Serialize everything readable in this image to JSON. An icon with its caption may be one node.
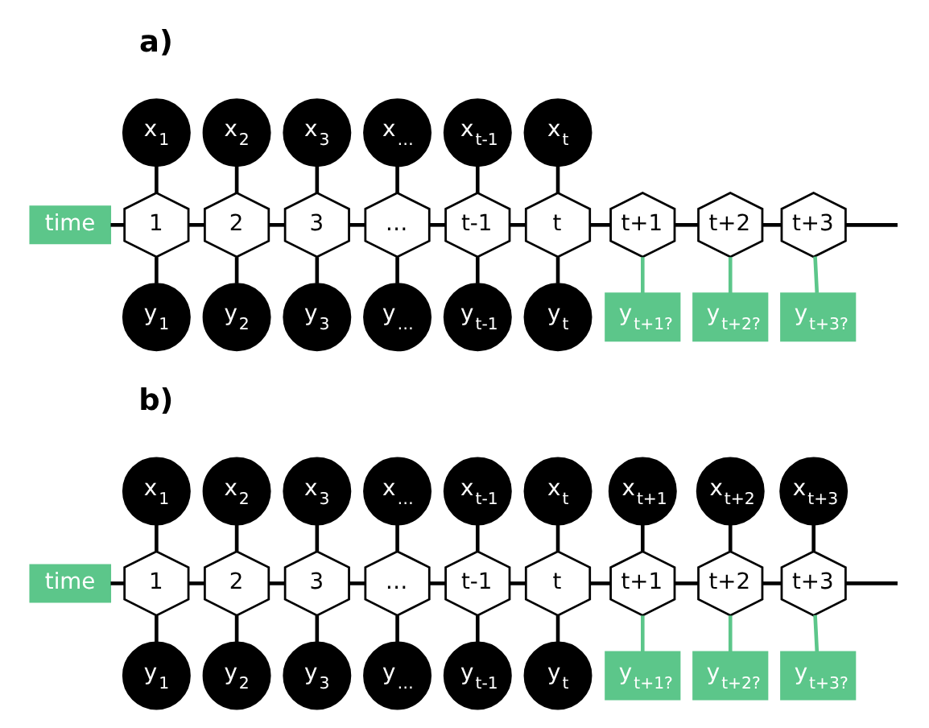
{
  "diagram": {
    "nodes": [
      {
        "text": [
          "x$_{1}$"
        ]
      },
      {
        "text": [
          "x$_{2}$"
        ]
      },
      {
        "text": [
          "x$_{3}$"
        ]
      },
      {
        "text": [
          "x$_{…}$"
        ]
      },
      {
        "text": [
          "x$_{t-1}$"
        ]
      },
      {
        "text": [
          "x$_{t}$"
        ]
      },
      {
        "text": [
          "time"
        ]
      },
      {
        "text": [
          "1"
        ]
      },
      {
        "text": [
          "2"
        ]
      },
      {
        "text": [
          "3"
        ]
      },
      {
        "text": [
          "…"
        ]
      },
      {
        "text": [
          "t-1"
        ]
      },
      {
        "text": [
          "t"
        ]
      },
      {
        "text": [
          "t+1"
        ]
      },
      {
        "text": [
          "t+2"
        ]
      },
      {
        "text": [
          "t+3"
        ]
      },
      {
        "text": [
          "y$_{1}$"
        ]
      },
      {
        "text": [
          "y$_{2}$"
        ]
      },
      {
        "text": [
          "y$_{3}$"
        ]
      },
      {
        "text": [
          "y$_{…}$"
        ]
      },
      {
        "text": [
          "y$_{t-1}$"
        ]
      },
      {
        "text": [
          "y$_{t}$"
        ]
      },
      {
        "text": [
          "y$_{t+1?}$"
        ]
      },
      {
        "text": [
          "y$_{t+2?}$"
        ]
      },
      {
        "text": [
          "y$_{t+3?}$"
        ]
      },
      {
        "text": [
          "x$_{1}$"
        ]
      },
      {
        "text": [
          "x$_{2}$"
        ]
      },
      {
        "text": [
          "x$_{3}$"
        ]
      },
      {
        "text": [
          "x$_{…}$"
        ]
      },
      {
        "text": [
          "x$_{t-1}$"
        ]
      },
      {
        "text": [
          "x$_{t}$"
        ]
      },
      {
        "text": [
          "x$_{t+1}$"
        ]
      },
      {
        "text": [
          "x$_{t+2}$"
        ]
      },
      {
        "text": [
          "x$_{t+3}$"
        ]
      },
      {
        "text": [
          "time"
        ]
      },
      {
        "text": [
          "1"
        ]
      },
      {
        "text": [
          "2"
        ]
      },
      {
        "text": [
          "3"
        ]
      },
      {
        "text": [
          "…"
        ]
      },
      {
        "text": [
          "t-1"
        ]
      },
      {
        "text": [
          "t"
        ]
      },
      {
        "text": [
          "t+1"
        ]
      },
      {
        "text": [
          "t+2"
        ]
      },
      {
        "text": [
          "t+3"
        ]
      },
      {
        "text": [
          "y$_{1}$"
        ]
      },
      {
        "text": [
          "y$_{2}$"
        ]
      },
      {
        "text": [
          "y$_{3}$"
        ]
      },
      {
        "text": [
          "y$_{…}$"
        ]
      },
      {
        "text": [
          "y$_{t-1}$"
        ]
      },
      {
        "text": [
          "y$_{t}$"
        ]
      },
      {
        "text": [
          "y$_{t+1?}$"
        ]
      },
      {
        "text": [
          "y$_{t+2?}$"
        ]
      },
      {
        "text": [
          "y$_{t+3?}$"
        ]
      }
    ],
    "edges": [
      {
        "from": 6,
        "to": 7,
        "arrow": "none"
      },
      {
        "from": 7,
        "to": 8,
        "arrow": "none"
      },
      {
        "from": 8,
        "to": 9,
        "arrow": "none"
      },
      {
        "from": 9,
        "to": 10,
        "arrow": "none"
      },
      {
        "from": 10,
        "to": 11,
        "arrow": "none"
      },
      {
        "from": 11,
        "to": 12,
        "arrow": "none"
      },
      {
        "from": 12,
        "to": 13,
        "arrow": "none"
      },
      {
        "from": 13,
        "to": 14,
        "arrow": "none"
      },
      {
        "from": 14,
        "to": 15,
        "arrow": "none"
      },
      {
        "from": 15,
        "to": null,
        "arrow": "none"
      },
      {
        "from": 0,
        "to": 7,
        "arrow": "none"
      },
      {
        "from": 1,
        "to": 8,
        "arrow": "none"
      },
      {
        "from": 2,
        "to": 9,
        "arrow": "none"
      },
      {
        "from": 3,
        "to": 10,
        "arrow": "none"
      },
      {
        "from": 4,
        "to": 11,
        "arrow": "none"
      },
      {
        "from": 5,
        "to": 12,
        "arrow": "none"
      },
      {
        "from": 7,
        "to": 16,
        "arrow": "none"
      },
      {
        "from": 8,
        "to": 17,
        "arrow": "none"
      },
      {
        "from": 9,
        "to": 18,
        "arrow": "none"
      },
      {
        "from": 10,
        "to": 19,
        "arrow": "none"
      },
      {
        "from": 11,
        "to": 20,
        "arrow": "none"
      },
      {
        "from": 12,
        "to": 21,
        "arrow": "none"
      },
      {
        "from": 13,
        "to": 22,
        "arrow": "none",
        "color": "#5cc68a"
      },
      {
        "from": 14,
        "to": 23,
        "arrow": "none",
        "color": "#5cc68a"
      },
      {
        "from": 15,
        "to": 24,
        "arrow": "none",
        "color": "#5cc68a"
      },
      {
        "from": 34,
        "to": 35,
        "arrow": "none"
      },
      {
        "from": 35,
        "to": 36,
        "arrow": "none"
      },
      {
        "from": 36,
        "to": 37,
        "arrow": "none"
      },
      {
        "from": 37,
        "to": 38,
        "arrow": "none"
      },
      {
        "from": 38,
        "to": 39,
        "arrow": "none"
      },
      {
        "from": 39,
        "to": 40,
        "arrow": "none"
      },
      {
        "from": 40,
        "to": 41,
        "arrow": "none"
      },
      {
        "from": 41,
        "to": 42,
        "arrow": "none"
      },
      {
        "from": 42,
        "to": 43,
        "arrow": "none"
      },
      {
        "from": 43,
        "to": null,
        "arrow": "none"
      },
      {
        "from": 25,
        "to": 35,
        "arrow": "none"
      },
      {
        "from": 26,
        "to": 36,
        "arrow": "none"
      },
      {
        "from": 27,
        "to": 37,
        "arrow": "none"
      },
      {
        "from": 28,
        "to": 38,
        "arrow": "none"
      },
      {
        "from": 29,
        "to": 39,
        "arrow": "none"
      },
      {
        "from": 30,
        "to": 40,
        "arrow": "none"
      },
      {
        "from": 31,
        "to": 41,
        "arrow": "none"
      },
      {
        "from": 32,
        "to": 42,
        "arrow": "none"
      },
      {
        "from": 33,
        "to": 43,
        "arrow": "none"
      },
      {
        "from": 35,
        "to": 44,
        "arrow": "none"
      },
      {
        "from": 36,
        "to": 45,
        "arrow": "none"
      },
      {
        "from": 37,
        "to": 46,
        "arrow": "none"
      },
      {
        "from": 38,
        "to": 47,
        "arrow": "none"
      },
      {
        "from": 39,
        "to": 48,
        "arrow": "none"
      },
      {
        "from": 40,
        "to": 49,
        "arrow": "none"
      },
      {
        "from": 41,
        "to": 50,
        "arrow": "none",
        "color": "#5cc68a"
      },
      {
        "from": 42,
        "to": 51,
        "arrow": "none",
        "color": "#5cc68a"
      },
      {
        "from": 43,
        "to": 52,
        "arrow": "none",
        "color": "#5cc68a"
      }
    ],
    "labels": [
      "a)",
      "b)"
    ]
  }
}
